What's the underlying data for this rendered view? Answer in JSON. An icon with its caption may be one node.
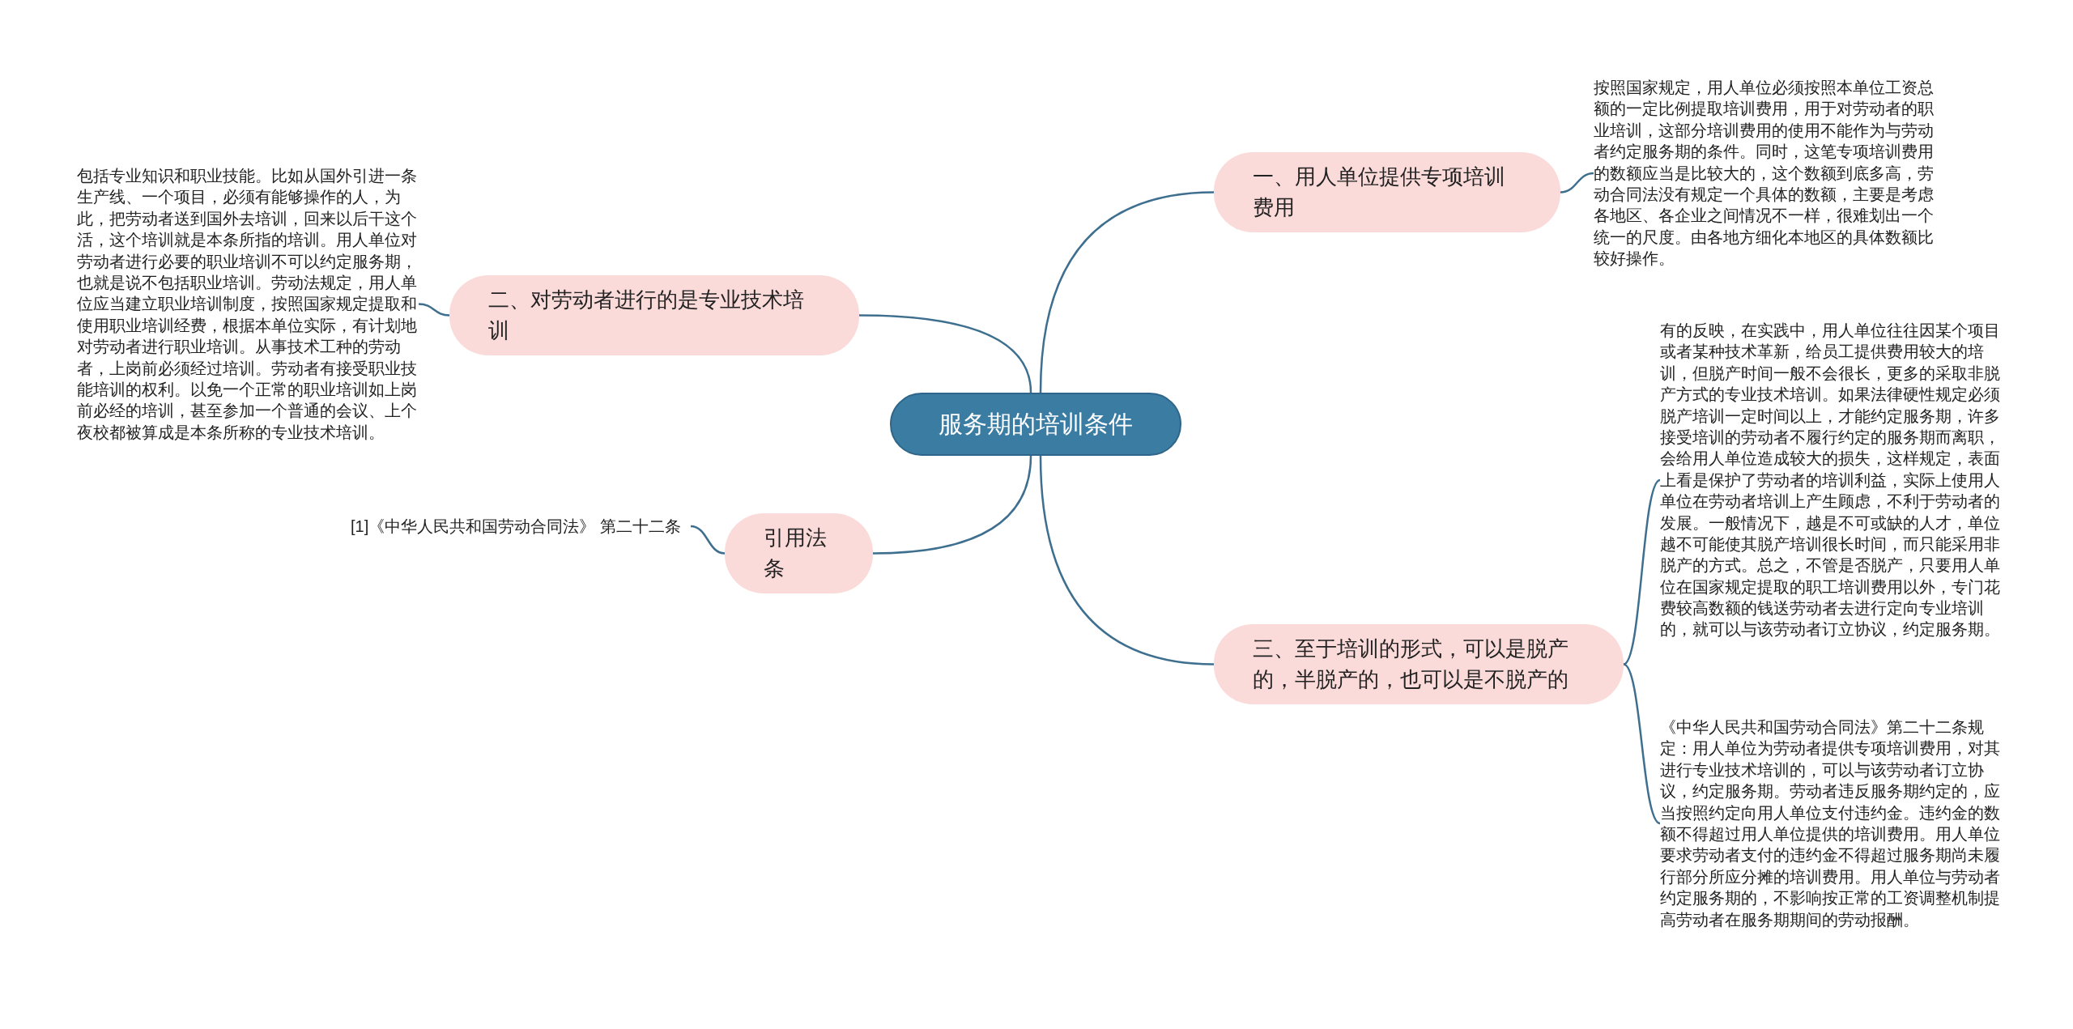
{
  "diagram": {
    "nodes": [
      {
        "text": [
          "服务期的培训条件"
        ]
      },
      {
        "text": [
          "一、用人单位提供专项培训费用"
        ]
      },
      {
        "text": [
          "按照国家规定，用人单位必须按照本单位工资总额的一定比例提取培训费用，用于对劳动者的职业培训，这部分培训费用的使用不能作为与劳动者约定服务期的条件。同时，这笔专项培训费用的数额应当是比较大的，这个数额到底多高，劳动合同法没有规定一个具体的数额，主要是考虑各地区、各企业之间情况不一样，很难划出一个统一的尺度。由各地方细化本地区的具体数额比较好操作。"
        ]
      },
      {
        "text": [
          "二、对劳动者进行的是专业技术培训"
        ]
      },
      {
        "text": [
          "包括专业知识和职业技能。比如从国外引进一条生产线、一个项目，必须有能够操作的人，为此，把劳动者送到国外去培训，回来以后干这个活，这个培训就是本条所指的培训。用人单位对劳动者进行必要的职业培训不可以约定服务期，也就是说不包括职业培训。劳动法规定，用人单位应当建立职业培训制度，按照国家规定提取和使用职业培训经费，根据本单位实际，有计划地对劳动者进行职业培训。从事技术工种的劳动者，上岗前必须经过培训。劳动者有接受职业技能培训的权利。以免一个正常的职业培训如上岗前必经的培训，甚至参加一个普通的会议、上个夜校都被算成是本条所称的专业技术培训。"
        ]
      },
      {
        "text": [
          "引用法条"
        ]
      },
      {
        "text": [
          "[1]《中华人民共和国劳动合同法》 第二十二条"
        ]
      },
      {
        "text": [
          "三、至于培训的形式，可以是脱产的，半脱产的，也可以是不脱产的"
        ]
      },
      {
        "text": [
          "有的反映，在实践中，用人单位往往因某个项目或者某种技术革新，给员工提供费用较大的培训，但脱产时间一般不会很长，更多的采取非脱产方式的专业技术培训。如果法律硬性规定必须脱产培训一定时间以上，才能约定服务期，许多接受培训的劳动者不履行约定的服务期而离职，会给用人单位造成较大的损失，这样规定，表面上看是保护了劳动者的培训利益，实际上使用人单位在劳动者培训上产生顾虑，不利于劳动者的发展。一般情况下，越是不可或缺的人才，单位越不可能使其脱产培训很长时间，而只能采用非脱产的方式。总之，不管是否脱产，只要用人单位在国家规定提取的职工培训费用以外，专门花费较高数额的钱送劳动者去进行定向专业培训的，就可以与该劳动者订立协议，约定服务期。"
        ]
      },
      {
        "text": [
          "《中华人民共和国劳动合同法》第二十二条规定：用人单位为劳动者提供专项培训费用，对其进行专业技术培训的，可以与该劳动者订立协议，约定服务期。劳动者违反服务期约定的，应当按照约定向用人单位支付违约金。违约金的数额不得超过用人单位提供的培训费用。用人单位要求劳动者支付的违约金不得超过服务期尚未履行部分所应分摊的培训费用。用人单位与劳动者约定服务期的，不影响按正常的工资调整机制提高劳动者在服务期期间的劳动报酬。"
        ]
      }
    ],
    "edges": [
      {
        "from": 0,
        "to": 1,
        "arrow": "none"
      },
      {
        "from": 1,
        "to": 2,
        "arrow": "none"
      },
      {
        "from": 0,
        "to": 3,
        "arrow": "none"
      },
      {
        "from": 3,
        "to": 4,
        "arrow": "none"
      },
      {
        "from": 0,
        "to": 5,
        "arrow": "none"
      },
      {
        "from": 5,
        "to": 6,
        "arrow": "none"
      },
      {
        "from": 0,
        "to": 7,
        "arrow": "none"
      },
      {
        "from": 7,
        "to": 8,
        "arrow": "none"
      },
      {
        "from": 7,
        "to": 9,
        "arrow": "none"
      }
    ]
  }
}
